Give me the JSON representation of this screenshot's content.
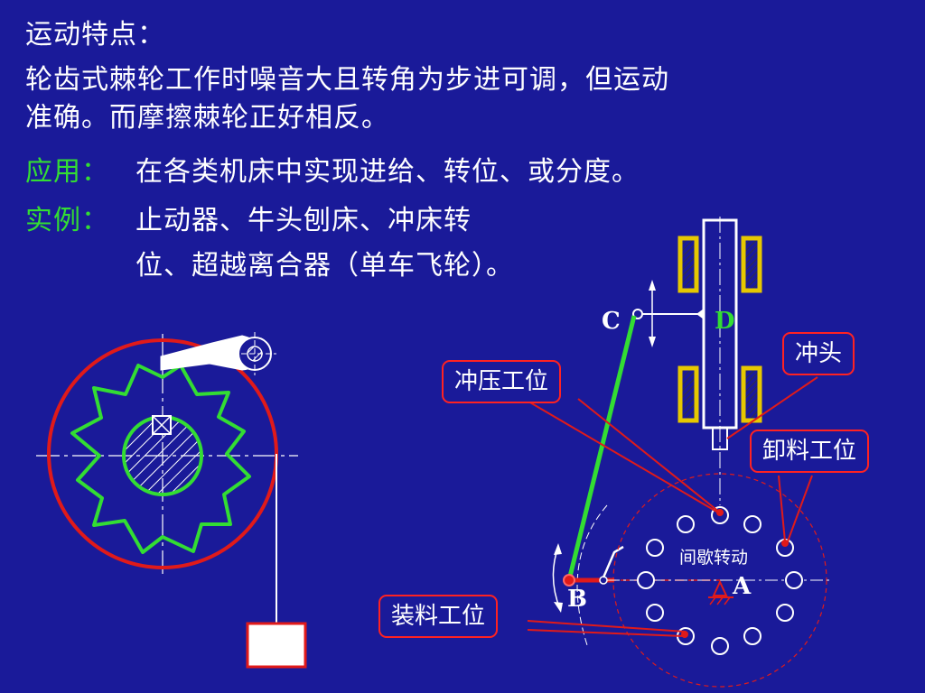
{
  "text": {
    "heading": "运动特点：",
    "para_line1": "轮齿式棘轮工作时噪音大且转角为步进可调，但运动",
    "para_line2": "准确。而摩擦棘轮正好相反。",
    "app_label": "应用：",
    "app_text": "在各类机床中实现进给、转位、或分度。",
    "ex_label": "实例：",
    "ex_line1": "止动器、牛头刨床、冲床转",
    "ex_line2": "位、超越离合器（单车飞轮）。"
  },
  "callouts": {
    "stamping": "冲压工位",
    "punch": "冲头",
    "unloading": "卸料工位",
    "loading": "装料工位"
  },
  "diagram_labels": {
    "C": "C",
    "D": "D",
    "A": "A",
    "B": "B",
    "intermittent": "间歇转动"
  },
  "colors": {
    "background": "#1a1a99",
    "ratchet_green": "#33dd33",
    "ring_red": "#e01a1a",
    "solenoid_yellow": "#e6c800"
  }
}
